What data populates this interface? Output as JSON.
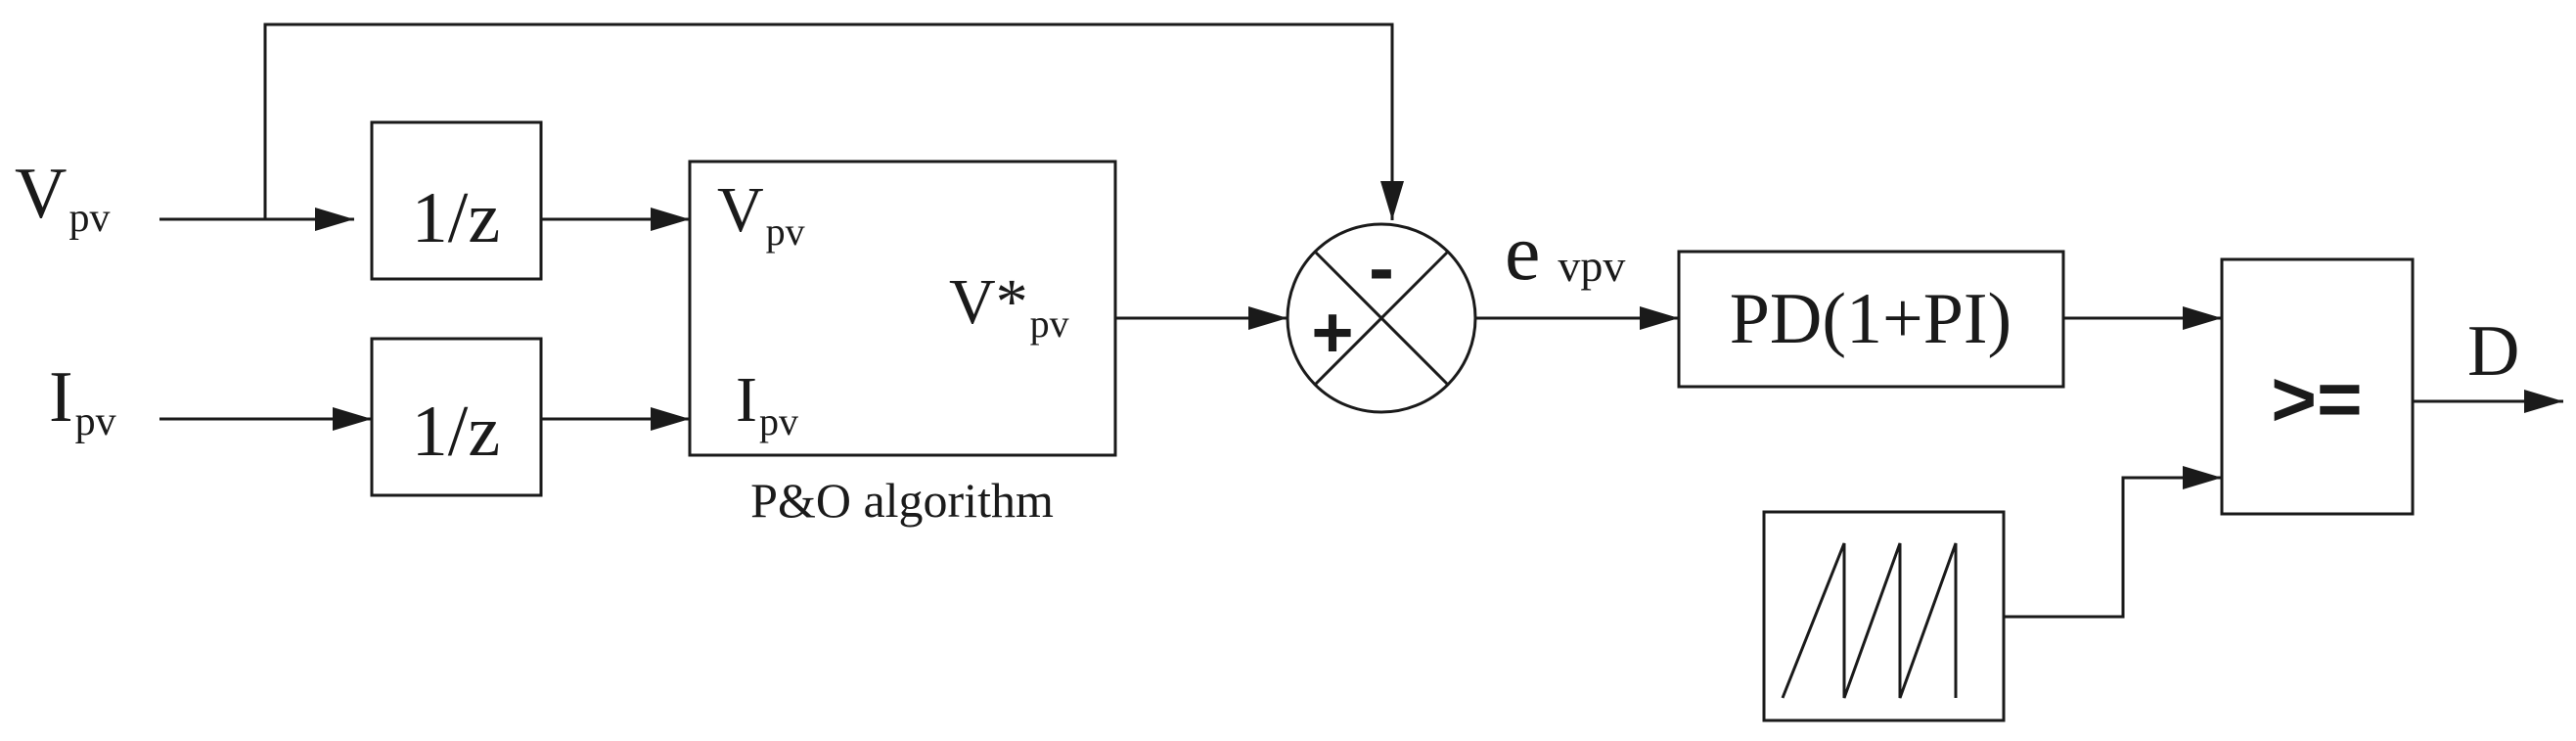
{
  "inputs": {
    "vpv": {
      "main": "V",
      "sub": "pv"
    },
    "ipv": {
      "main": "I",
      "sub": "pv"
    }
  },
  "delay_label": "1/z",
  "po_block": {
    "in_v": {
      "main": "V",
      "sub": "pv"
    },
    "in_i": {
      "main": "I",
      "sub": "pv"
    },
    "out": {
      "main": "V*",
      "sub": "pv"
    },
    "caption": "P&O algorithm"
  },
  "summer": {
    "plus": "+",
    "minus": "-"
  },
  "error_signal": {
    "main": "e",
    "sub": "vpv"
  },
  "controller_label": "PD(1+PI)",
  "comparator_label": ">=",
  "output_label": "D",
  "colors": {
    "stroke": "#1a1a1a",
    "background": "#ffffff"
  },
  "icons": {
    "sawtooth": "sawtooth-wave-icon"
  }
}
